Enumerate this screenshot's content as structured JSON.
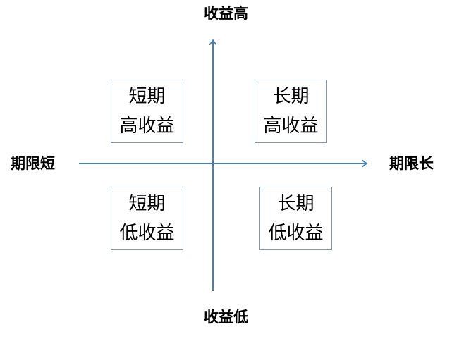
{
  "axes": {
    "top_label": "收益高",
    "bottom_label": "收益低",
    "left_label": "期限短",
    "right_label": "期限长",
    "color": "#4a7ebb"
  },
  "quadrants": {
    "top_left": {
      "line1": "短期",
      "line2": "高收益"
    },
    "top_right": {
      "line1": "长期",
      "line2": "高收益"
    },
    "bottom_left": {
      "line1": "短期",
      "line2": "低收益"
    },
    "bottom_right": {
      "line1": "长期",
      "line2": "低收益"
    },
    "border_color": "#7f96b4"
  }
}
